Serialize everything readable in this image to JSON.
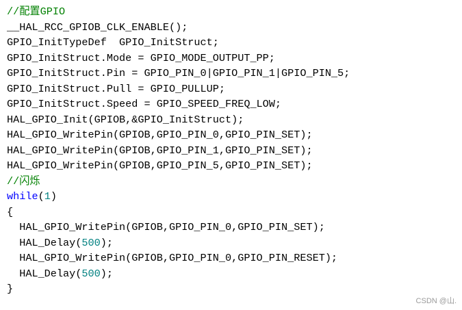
{
  "colors": {
    "default": "#000000",
    "comment": "#008000",
    "keyword": "#0000ff",
    "number": "#008080"
  },
  "code_lines": [
    [
      {
        "t": "//配置GPIO",
        "k": "comment"
      }
    ],
    [
      {
        "t": "__HAL_RCC_GPIOB_CLK_ENABLE();",
        "k": "default"
      }
    ],
    [
      {
        "t": "GPIO_InitTypeDef  GPIO_InitStruct;",
        "k": "default"
      }
    ],
    [
      {
        "t": "GPIO_InitStruct.Mode = GPIO_MODE_OUTPUT_PP;",
        "k": "default"
      }
    ],
    [
      {
        "t": "GPIO_InitStruct.Pin = GPIO_PIN_0|GPIO_PIN_1|GPIO_PIN_5;",
        "k": "default"
      }
    ],
    [
      {
        "t": "GPIO_InitStruct.Pull = GPIO_PULLUP;",
        "k": "default"
      }
    ],
    [
      {
        "t": "GPIO_InitStruct.Speed = GPIO_SPEED_FREQ_LOW;",
        "k": "default"
      }
    ],
    [
      {
        "t": "HAL_GPIO_Init(GPIOB,&GPIO_InitStruct);",
        "k": "default"
      }
    ],
    [
      {
        "t": "HAL_GPIO_WritePin(GPIOB,GPIO_PIN_0,GPIO_PIN_SET);",
        "k": "default"
      }
    ],
    [
      {
        "t": "HAL_GPIO_WritePin(GPIOB,GPIO_PIN_1,GPIO_PIN_SET);",
        "k": "default"
      }
    ],
    [
      {
        "t": "HAL_GPIO_WritePin(GPIOB,GPIO_PIN_5,GPIO_PIN_SET);",
        "k": "default"
      }
    ],
    [
      {
        "t": "//闪烁",
        "k": "comment"
      }
    ],
    [
      {
        "t": "while",
        "k": "keyword"
      },
      {
        "t": "(",
        "k": "default"
      },
      {
        "t": "1",
        "k": "number"
      },
      {
        "t": ")",
        "k": "default"
      }
    ],
    [
      {
        "t": "{",
        "k": "default"
      }
    ],
    [
      {
        "t": "  HAL_GPIO_WritePin(GPIOB,GPIO_PIN_0,GPIO_PIN_SET);",
        "k": "default"
      }
    ],
    [
      {
        "t": "  HAL_Delay(",
        "k": "default"
      },
      {
        "t": "500",
        "k": "number"
      },
      {
        "t": ");",
        "k": "default"
      }
    ],
    [
      {
        "t": "  HAL_GPIO_WritePin(GPIOB,GPIO_PIN_0,GPIO_PIN_RESET);",
        "k": "default"
      }
    ],
    [
      {
        "t": "  HAL_Delay(",
        "k": "default"
      },
      {
        "t": "500",
        "k": "number"
      },
      {
        "t": ");",
        "k": "default"
      }
    ],
    [
      {
        "t": "}",
        "k": "default"
      }
    ]
  ],
  "watermark": "CSDN @山."
}
